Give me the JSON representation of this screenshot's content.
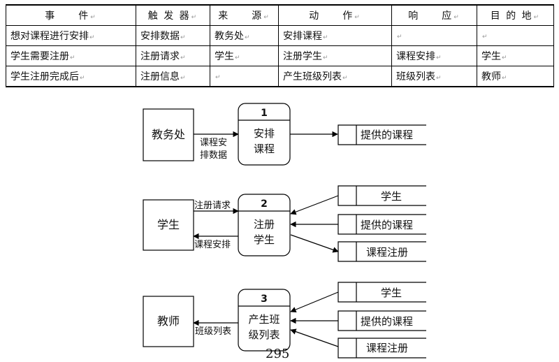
{
  "table": {
    "headers": [
      "事　　件",
      "触 发 器",
      "来　　源",
      "动　　作",
      "响　　应",
      "目 的 地"
    ],
    "rows": [
      [
        "想对课程进行安排",
        "安排数据",
        "教务处",
        "安排课程",
        "",
        ""
      ],
      [
        "学生需要注册",
        "注册请求",
        "学生",
        "注册学生",
        "课程安排",
        "学生"
      ],
      [
        "学生注册完成后",
        "注册信息",
        "",
        "产生班级列表",
        "班级列表",
        "教师"
      ]
    ]
  },
  "diagrams": [
    {
      "entity": "教务处",
      "process_number": "1",
      "process_lines": [
        "安排",
        "课程"
      ],
      "flows": [
        "课程安",
        "排数据"
      ],
      "stores": [
        "提供的课程"
      ]
    },
    {
      "entity": "学生",
      "process_number": "2",
      "process_lines": [
        "注册",
        "学生"
      ],
      "flow_in": "注册请求",
      "flow_out": "课程安排",
      "stores": [
        "学生",
        "提供的课程",
        "课程注册"
      ]
    },
    {
      "entity": "教师",
      "process_number": "3",
      "process_lines": [
        "产生班",
        "级列表"
      ],
      "flow_out": "班级列表",
      "stores": [
        "学生",
        "提供的课程",
        "课程注册"
      ]
    }
  ],
  "page_number": "295"
}
